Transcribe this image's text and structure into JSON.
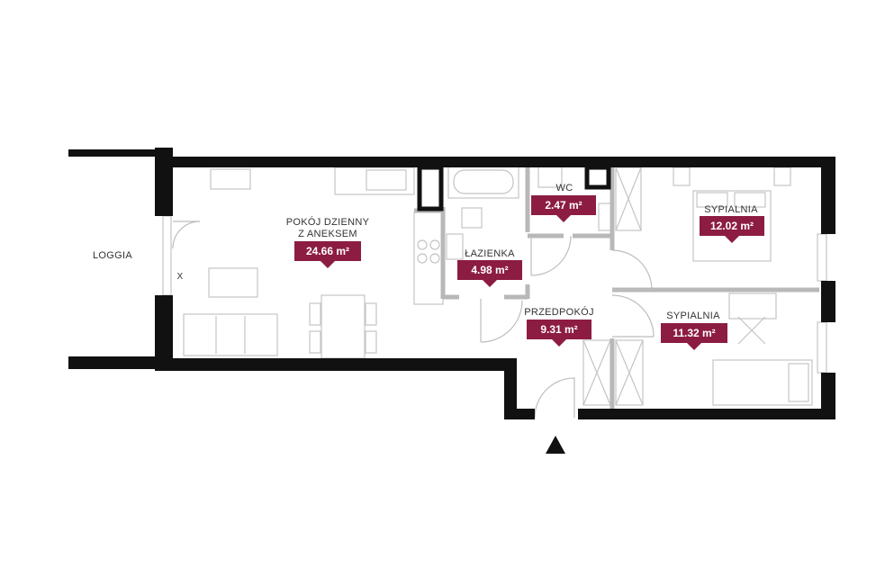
{
  "colors": {
    "wall": "#111111",
    "partition": "#b8b8b8",
    "furniture": "#c4c4c4",
    "badge": "#8c1c42",
    "label": "#333333"
  },
  "loggia": {
    "label": "LOGGIA"
  },
  "window_mark": "X",
  "rooms": [
    {
      "id": "living",
      "label_lines": [
        "POKÓJ DZIENNY",
        "Z ANEKSEM"
      ],
      "area": "24.66 m²"
    },
    {
      "id": "bath",
      "label_lines": [
        "ŁAZIENKA"
      ],
      "area": "4.98 m²"
    },
    {
      "id": "wc",
      "label_lines": [
        "WC"
      ],
      "area": "2.47 m²"
    },
    {
      "id": "bed1",
      "label_lines": [
        "SYPIALNIA"
      ],
      "area": "12.02 m²"
    },
    {
      "id": "hall",
      "label_lines": [
        "PRZEDPOKÓJ"
      ],
      "area": "9.31 m²"
    },
    {
      "id": "bed2",
      "label_lines": [
        "SYPIALNIA"
      ],
      "area": "11.32 m²"
    }
  ],
  "entrance_icon": "entrance-arrow-icon"
}
